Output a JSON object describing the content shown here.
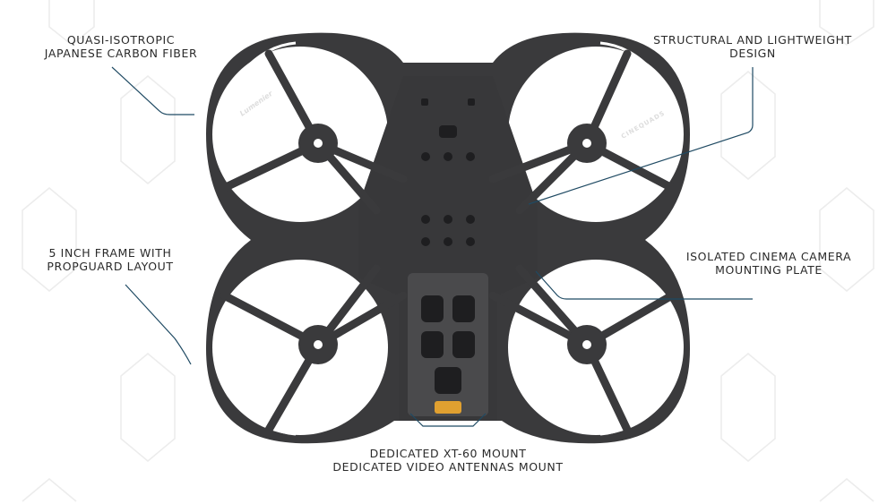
{
  "callouts": {
    "carbon_fiber": {
      "line1": "QUASI-ISOTROPIC",
      "line2": "JAPANESE CARBON FIBER"
    },
    "structural": {
      "line1": "STRUCTURAL AND LIGHTWEIGHT",
      "line2": "DESIGN"
    },
    "frame_size": {
      "line1": "5 INCH FRAME WITH",
      "line2": "PROPGUARD LAYOUT"
    },
    "camera_plate": {
      "line1": "ISOLATED CINEMA CAMERA",
      "line2": "MOUNTING PLATE"
    },
    "mounts": {
      "line1": "DEDICATED XT-60 MOUNT",
      "line2": "DEDICATED VIDEO ANTENNAS MOUNT"
    }
  },
  "frame_logos": {
    "left": "Lumenier",
    "right": "CINEQUADS"
  },
  "colors": {
    "carbon": "#3a3a3c",
    "callout_line": "#1f4a63",
    "xt60": "#e0a030",
    "text": "#2a2a2a"
  }
}
